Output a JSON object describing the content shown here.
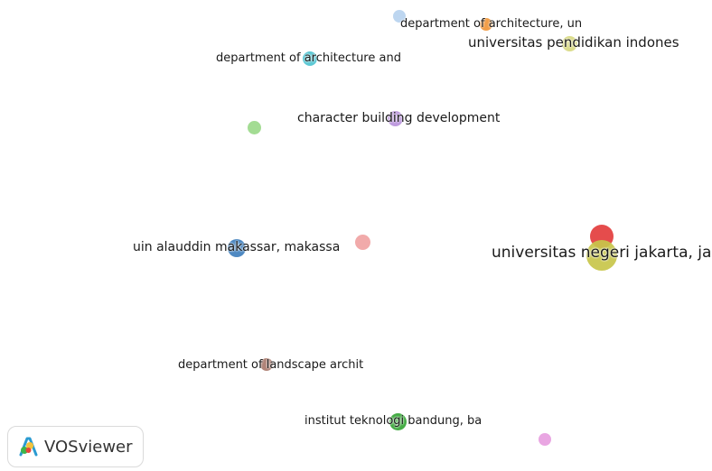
{
  "brand": {
    "name": "VOSviewer",
    "logo_icon": "vosviewer-logo-icon"
  },
  "nodes": [
    {
      "id": "n1",
      "label": "department of architecture, un",
      "color": "#f0963a"
    },
    {
      "id": "n2",
      "label": "universitas pendidikan indones",
      "color": "#d8d982"
    },
    {
      "id": "n3",
      "label": "department of architecture and",
      "color": "#4fc3d0"
    },
    {
      "id": "n4",
      "label": "character building development",
      "color": "#b992db"
    },
    {
      "id": "n5",
      "label": "uin alauddin makassar, makassa",
      "color": "#3f7fbd"
    },
    {
      "id": "n6",
      "label": "universitas negeri jakarta, ja",
      "color": "#c8c64a"
    },
    {
      "id": "n7",
      "label": "department of landscape archit",
      "color": "#a97a6c"
    },
    {
      "id": "n8",
      "label": "institut teknologi bandung, ba",
      "color": "#35a535"
    },
    {
      "id": "n9",
      "label": "",
      "color": "#b7d3ef"
    },
    {
      "id": "n10",
      "label": "",
      "color": "#9bd98a"
    },
    {
      "id": "n11",
      "label": "",
      "color": "#f0a3a3"
    },
    {
      "id": "n12",
      "label": "",
      "color": "#e33d3d"
    },
    {
      "id": "n13",
      "label": "",
      "color": "#e79ee0"
    }
  ]
}
